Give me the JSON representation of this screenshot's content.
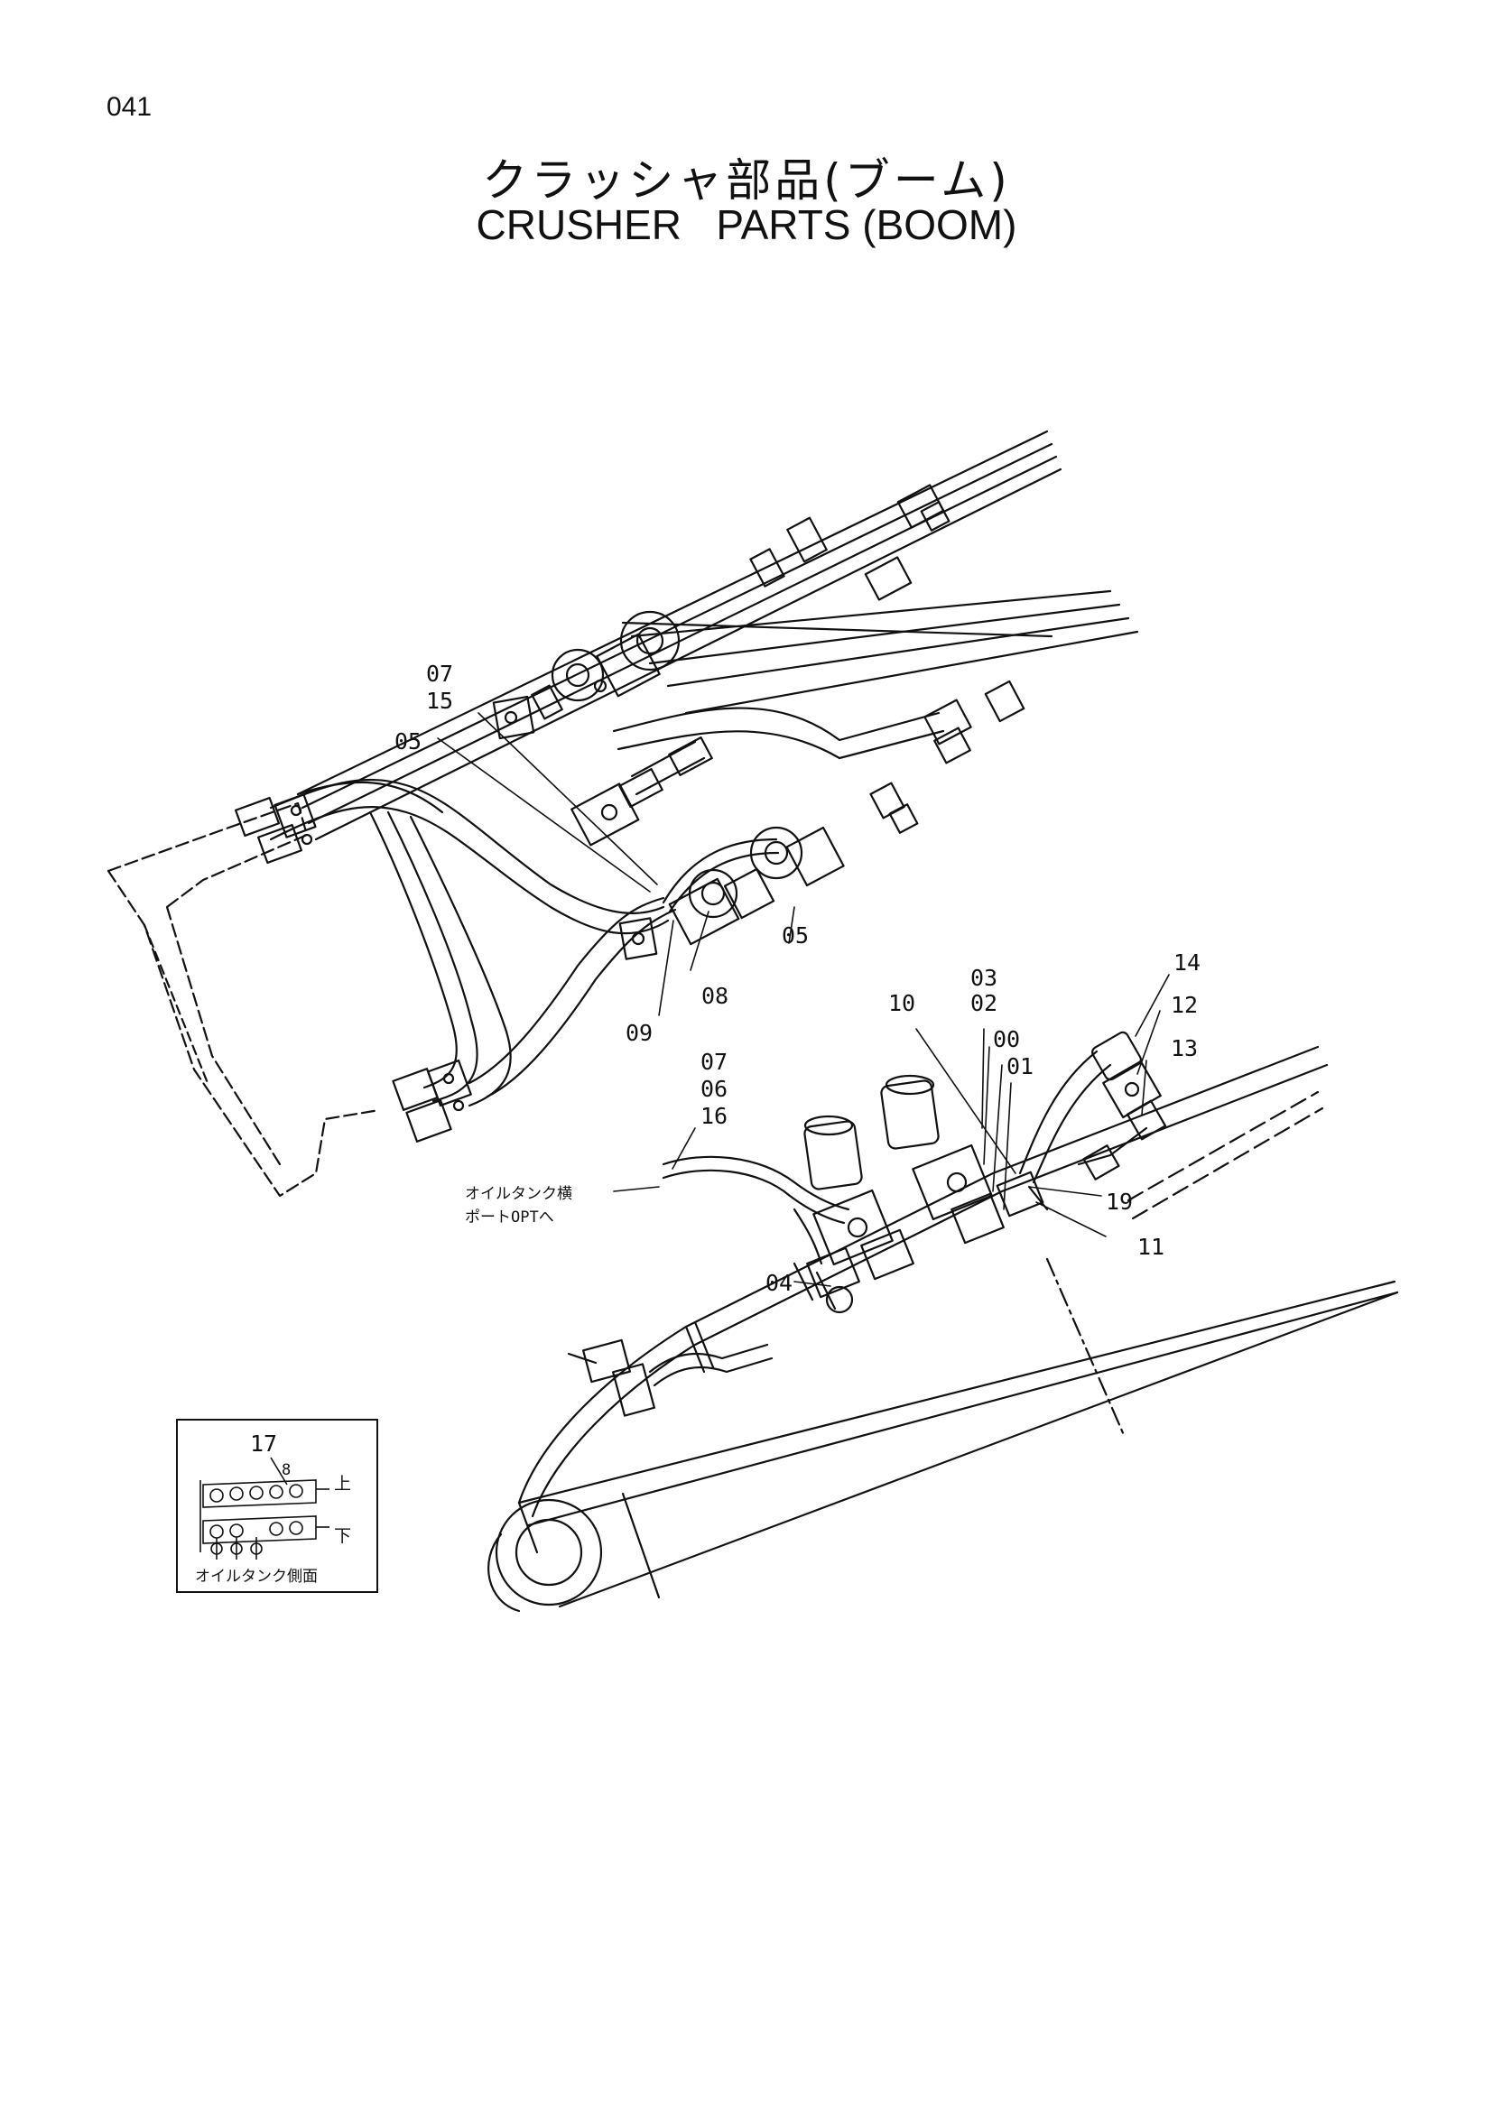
{
  "page": {
    "number": "041",
    "title_jp": "クラッシャ部品(ブーム)",
    "title_en": "CRUSHER   PARTS (BOOM)"
  },
  "callouts": {
    "c07a": "07",
    "c15": "15",
    "c05a": "05",
    "c05b": "05",
    "c08": "08",
    "c09": "09",
    "c03": "03",
    "c02": "02",
    "c00": "00",
    "c01": "01",
    "c10": "10",
    "c14": "14",
    "c12": "12",
    "c13": "13",
    "c19": "19",
    "c11": "11",
    "c07b": "07",
    "c06": "06",
    "c16": "16",
    "c04": "04"
  },
  "notes": {
    "tank_line1": "オイルタンク横",
    "tank_line2": "ポートOPTへ"
  },
  "inset": {
    "callout_17": "17",
    "callout_8": "8",
    "label_upper": "上",
    "label_lower": "下",
    "caption": "オイルタンク側面"
  },
  "colors": {
    "ink": "#111111",
    "paper": "#ffffff"
  }
}
